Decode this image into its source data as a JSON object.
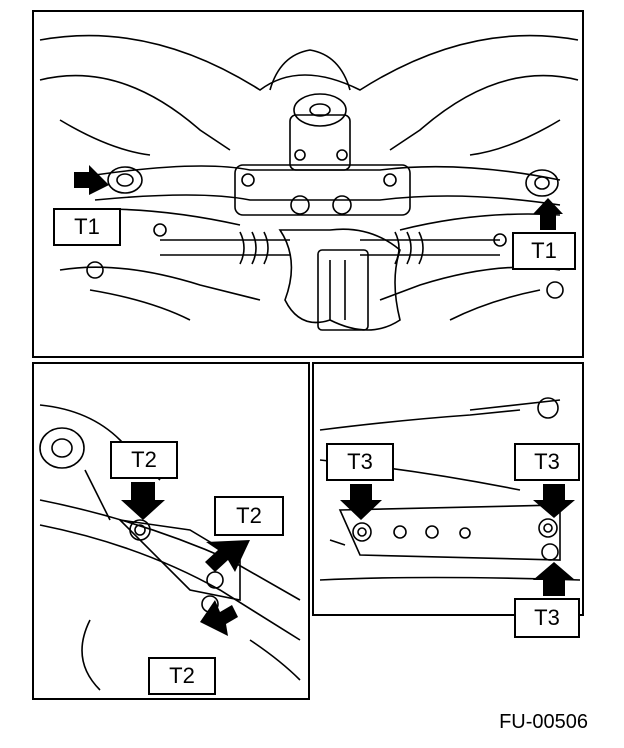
{
  "panels": {
    "top": {
      "labels": [
        "T1",
        "T1"
      ]
    },
    "bottom_left": {
      "labels": [
        "T2",
        "T2",
        "T2"
      ]
    },
    "bottom_right": {
      "labels": [
        "T3",
        "T3",
        "T3"
      ]
    }
  },
  "figure_id": "FU-00506",
  "colors": {
    "line": "#000000",
    "background": "#ffffff"
  }
}
